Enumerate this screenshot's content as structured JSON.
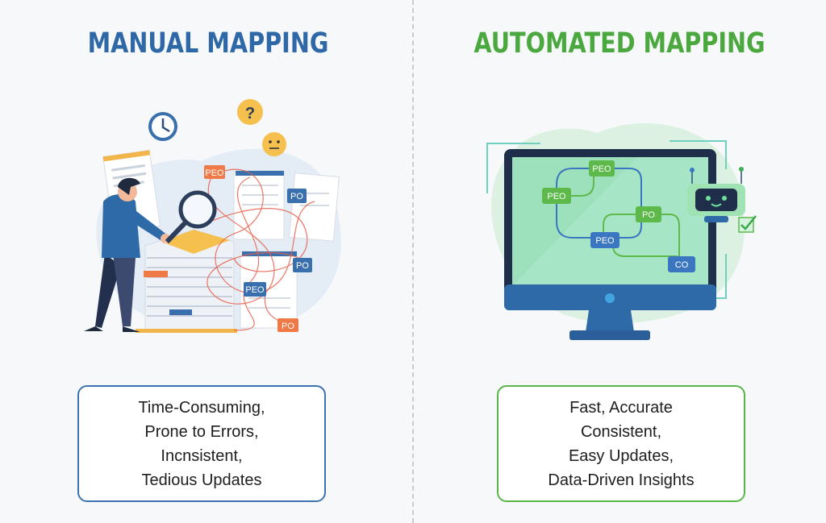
{
  "left": {
    "title": "MANUAL MAPPING",
    "labels": [
      "PEO",
      "PO",
      "PEO",
      "PO",
      "PO"
    ],
    "points": [
      "Time-Consuming,",
      "Prone to Errors,",
      "Incnsistent,",
      "Tedious Updates"
    ],
    "accent": "#2f68a6"
  },
  "right": {
    "title": "AUTOMATED MAPPING",
    "labels": [
      "PEO",
      "PEO",
      "PO",
      "PEO",
      "CO"
    ],
    "points": [
      "Fast, Accurate",
      "Consistent,",
      "Easy Updates,",
      "Data-Driven Insights"
    ],
    "accent": "#4aa83e"
  },
  "icons": {
    "question": "?"
  }
}
